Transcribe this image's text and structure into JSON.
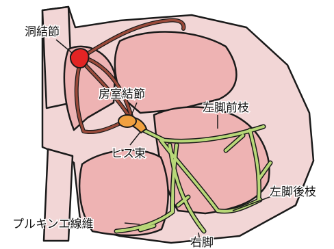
{
  "labels": {
    "sa_node": "洞結節",
    "av_node": "房室結節",
    "his_bundle": "ヒス束",
    "left_anterior_branch": "左脚前枝",
    "left_posterior_branch": "左脚後枝",
    "purkinje_fibers": "プルキンエ線維",
    "right_bundle": "右脚"
  },
  "colors": {
    "tissue_outline": "#1a1a1a",
    "tissue_fill": "#f2d6d6",
    "chamber_fill": "#eeb3b3",
    "sa_node": "#e32424",
    "av_node": "#f0a040",
    "atrial_pathways": "#9a4a3a",
    "conduction_system": "#b8d878"
  }
}
